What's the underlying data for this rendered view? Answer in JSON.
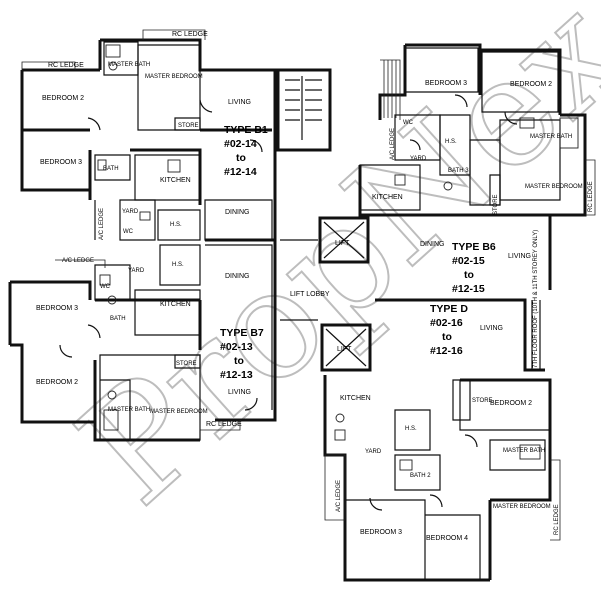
{
  "watermark": "PropNex",
  "units": [
    {
      "type": "TYPE B1",
      "range_from": "#02-14",
      "to": "to",
      "range_to": "#12-14"
    },
    {
      "type": "TYPE B7",
      "range_from": "#02-13",
      "to": "to",
      "range_to": "#12-13"
    },
    {
      "type": "TYPE B6",
      "range_from": "#02-15",
      "to": "to",
      "range_to": "#12-15"
    },
    {
      "type": "TYPE D",
      "range_from": "#02-16",
      "to": "to",
      "range_to": "#12-16"
    }
  ],
  "rooms": {
    "rc_ledge": "RC LEDGE",
    "ac_ledge": "A/C LEDGE",
    "master_bath": "MASTER BATH",
    "master_bedroom": "MASTER BEDROOM",
    "bedroom_2": "BEDROOM 2",
    "bedroom_3": "BEDROOM 3",
    "bedroom_4": "BEDROOM 4",
    "living": "LIVING",
    "dining": "DINING",
    "kitchen": "KITCHEN",
    "store": "STORE",
    "yard": "YARD",
    "wc": "WC",
    "hs": "H.S.",
    "bath": "BATH",
    "bath_2": "BATH 2",
    "bath_3": "BATH 3",
    "lift": "LIFT",
    "lift_lobby": "LIFT LOBBY",
    "roof_note": "7TH FLOOR ROOF (10TH & 11TH STOREY ONLY)"
  }
}
